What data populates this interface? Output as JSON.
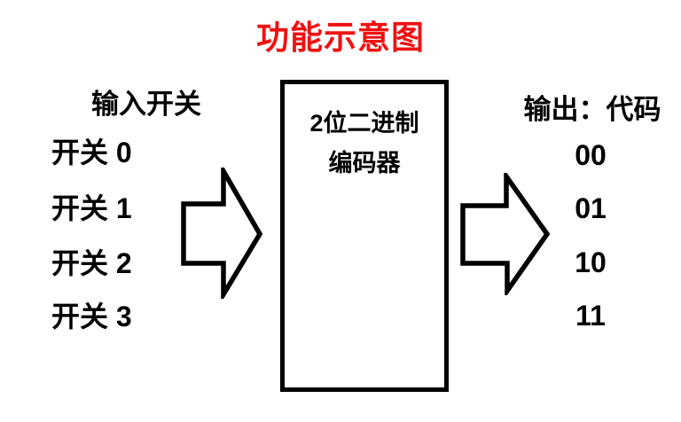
{
  "title": "功能示意图",
  "colors": {
    "title_red": "#ee1212",
    "text_black": "#000000",
    "background": "#ffffff"
  },
  "input_section": {
    "header": "输入开关",
    "items": [
      "开关 0",
      "开关 1",
      "开关 2",
      "开关 3"
    ]
  },
  "encoder_box": {
    "line1": "2位二进制",
    "line2": "编码器"
  },
  "output_section": {
    "header": "输出：代码",
    "items": [
      "00",
      "01",
      "10",
      "11"
    ]
  },
  "icons": {
    "input_arrow": "right-block-arrow",
    "output_arrow": "right-block-arrow"
  }
}
